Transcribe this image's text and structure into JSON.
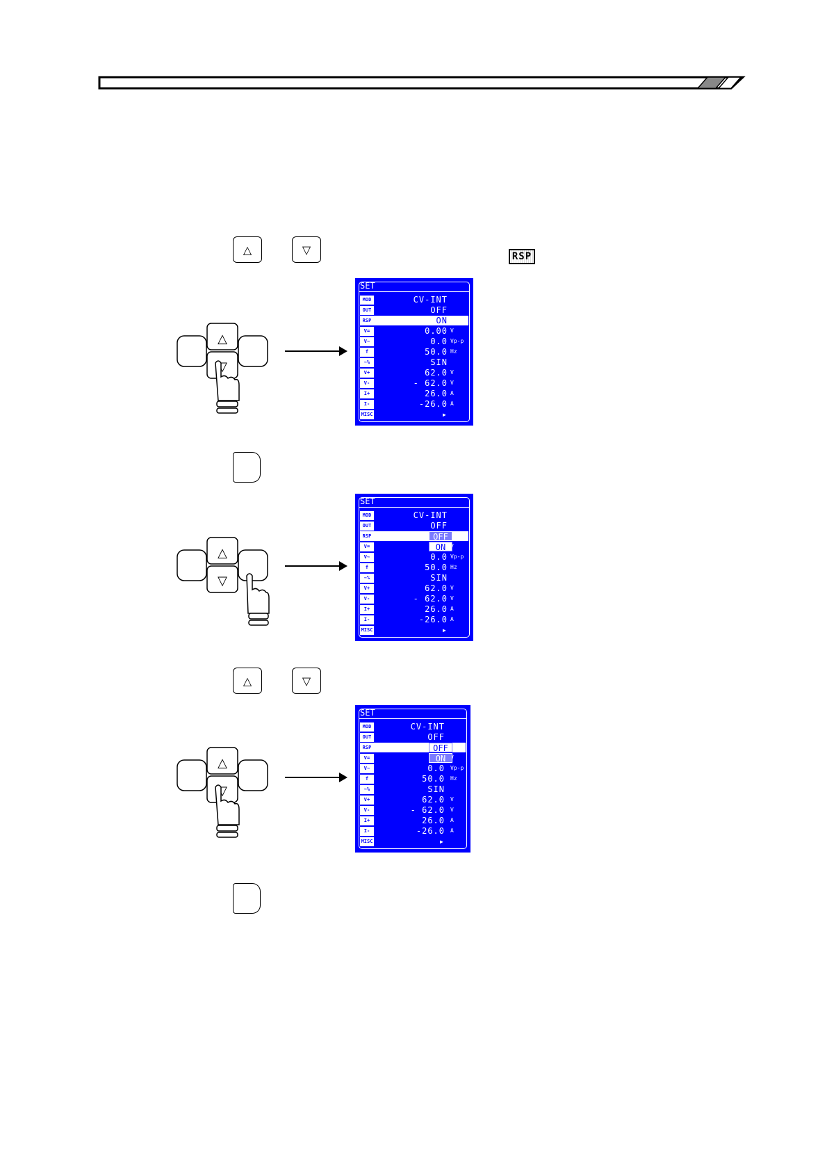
{
  "header": {
    "band": "decorative"
  },
  "step_keys": {
    "up_symbol": "△",
    "down_symbol": "▽"
  },
  "rsp_icon_label": "RSP",
  "screens": [
    {
      "title": "SET",
      "rows": [
        {
          "icon": "MOD",
          "value": "CV-INT",
          "unit": ""
        },
        {
          "icon": "OUT",
          "value": "OFF",
          "unit": ""
        },
        {
          "icon": "RSP",
          "value": "ON",
          "unit": ""
        },
        {
          "icon": "V=",
          "value": "0.00",
          "unit": "V"
        },
        {
          "icon": "V~",
          "value": "0.0",
          "unit": "Vp-p"
        },
        {
          "icon": "f",
          "value": "50.0",
          "unit": "Hz"
        },
        {
          "icon": "~%",
          "value": "SIN",
          "unit": ""
        },
        {
          "icon": "V+",
          "value": "62.0",
          "unit": "V"
        },
        {
          "icon": "V-",
          "value": "- 62.0",
          "unit": "V"
        },
        {
          "icon": "I+",
          "value": "26.0",
          "unit": "A"
        },
        {
          "icon": "I-",
          "value": "-26.0",
          "unit": "A"
        },
        {
          "icon": "MISC",
          "value": "▸",
          "unit": ""
        }
      ],
      "popup": null
    },
    {
      "title": "SET",
      "rows": [
        {
          "icon": "MOD",
          "value": "CV-INT",
          "unit": ""
        },
        {
          "icon": "OUT",
          "value": "OFF",
          "unit": ""
        },
        {
          "icon": "RSP",
          "value": "",
          "unit": ""
        },
        {
          "icon": "V=",
          "value": "",
          "unit": "V"
        },
        {
          "icon": "V~",
          "value": "0.0",
          "unit": "Vp-p"
        },
        {
          "icon": "f",
          "value": "50.0",
          "unit": "Hz"
        },
        {
          "icon": "~%",
          "value": "SIN",
          "unit": ""
        },
        {
          "icon": "V+",
          "value": "62.0",
          "unit": "V"
        },
        {
          "icon": "V-",
          "value": "- 62.0",
          "unit": "V"
        },
        {
          "icon": "I+",
          "value": "26.0",
          "unit": "A"
        },
        {
          "icon": "I-",
          "value": "-26.0",
          "unit": "A"
        },
        {
          "icon": "MISC",
          "value": "▸",
          "unit": ""
        }
      ],
      "popup": {
        "first": "OFF",
        "second": "ON",
        "highlight": "second"
      }
    },
    {
      "title": "SET",
      "rows": [
        {
          "icon": "MOD",
          "value": "CV-INT",
          "unit": ""
        },
        {
          "icon": "OUT",
          "value": "OFF",
          "unit": ""
        },
        {
          "icon": "RSP",
          "value": "",
          "unit": ""
        },
        {
          "icon": "V=",
          "value": "",
          "unit": "V"
        },
        {
          "icon": "V~",
          "value": "0.0",
          "unit": "Vp-p"
        },
        {
          "icon": "f",
          "value": "50.0",
          "unit": "Hz"
        },
        {
          "icon": "~%",
          "value": "SIN",
          "unit": ""
        },
        {
          "icon": "V+",
          "value": "62.0",
          "unit": "V"
        },
        {
          "icon": "V-",
          "value": "- 62.0",
          "unit": "V"
        },
        {
          "icon": "I+",
          "value": "26.0",
          "unit": "A"
        },
        {
          "icon": "I-",
          "value": "-26.0",
          "unit": "A"
        },
        {
          "icon": "MISC",
          "value": "▸",
          "unit": ""
        }
      ],
      "popup": {
        "first": "OFF",
        "second": "ON",
        "highlight": "first"
      }
    }
  ]
}
